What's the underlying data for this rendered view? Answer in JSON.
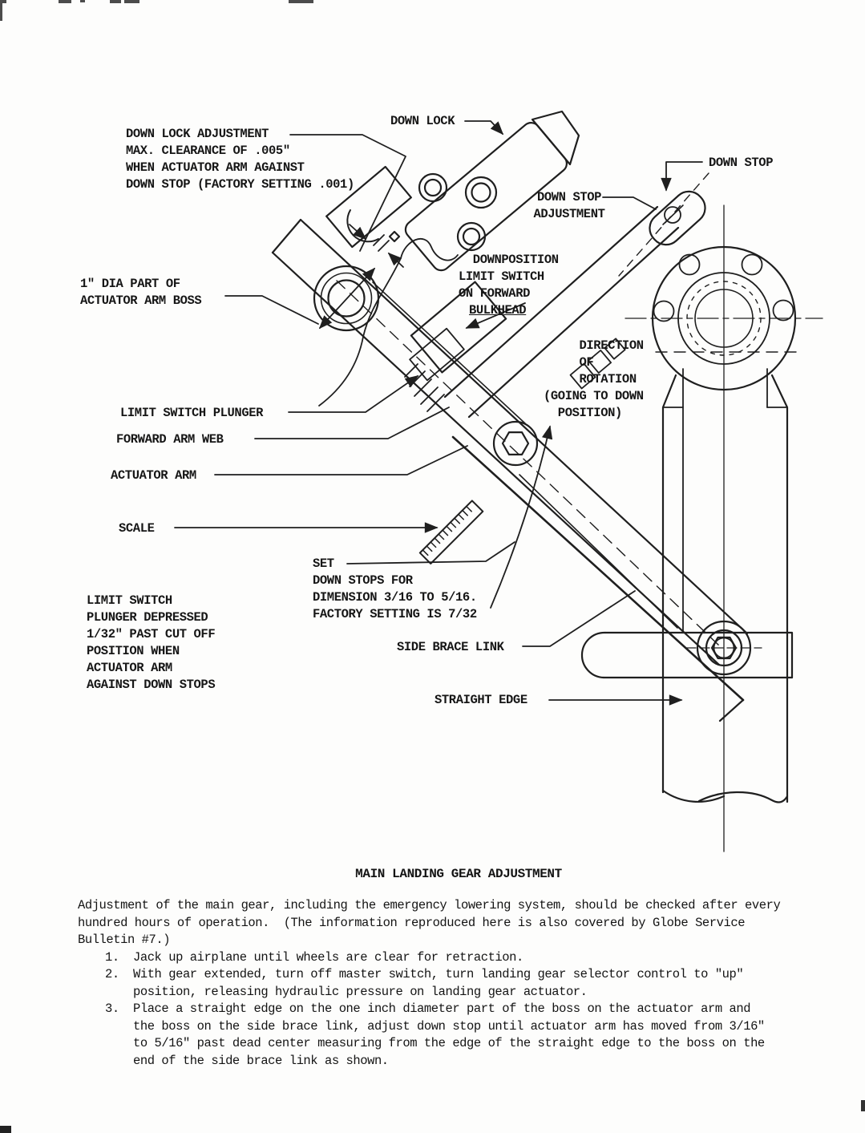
{
  "colors": {
    "ink": "#1f1f1f",
    "paper": "#fdfdfc"
  },
  "figure": {
    "labels": {
      "down_lock_adjustment": "DOWN LOCK ADJUSTMENT\nMAX. CLEARANCE OF .005\"\nWHEN ACTUATOR ARM AGAINST\nDOWN STOP (FACTORY SETTING .001)",
      "down_lock": "DOWN LOCK",
      "down_stop": "DOWN STOP",
      "down_stop_adjustment": "DOWN STOP\nADJUSTMENT",
      "down_position_limit_switch": "  DOWNPOSITION\nLIMIT SWITCH\nON FORWARD",
      "bulkhead": "BULKHEAD",
      "dia_part": "1\" DIA PART OF\nACTUATOR ARM BOSS",
      "direction_of_rotation": "     DIRECTION\n     OF\n     ROTATION\n(GOING TO DOWN\n  POSITION)",
      "limit_switch_plunger": "LIMIT SWITCH PLUNGER",
      "forward_arm_web": "FORWARD ARM WEB",
      "actuator_arm": "ACTUATOR ARM",
      "scale": "SCALE",
      "set_down_stops": "SET\nDOWN STOPS FOR\nDIMENSION 3/16 TO 5/16.\nFACTORY SETTING IS 7/32",
      "plunger_depressed": "LIMIT SWITCH\nPLUNGER DEPRESSED\n1/32\" PAST CUT OFF\nPOSITION WHEN\nACTUATOR ARM\nAGAINST DOWN STOPS",
      "side_brace_link": "SIDE BRACE LINK",
      "straight_edge": "STRAIGHT EDGE"
    }
  },
  "document": {
    "title": "MAIN LANDING GEAR ADJUSTMENT",
    "intro": "Adjustment of the main gear, including the emergency lowering system, should be checked after every\nhundred hours of operation.  (The information reproduced here is also covered by Globe Service\nBulletin #7.)",
    "steps": [
      {
        "num": "1.",
        "text": "Jack up airplane until wheels are clear for retraction."
      },
      {
        "num": "2.",
        "text": "With gear extended, turn off master switch, turn landing gear selector control to \"up\"\nposition, releasing hydraulic pressure on landing gear actuator."
      },
      {
        "num": "3.",
        "text": "Place a straight edge on the one inch diameter part of the boss on the actuator arm and\nthe boss on the side brace link, adjust down stop until actuator arm has moved from 3/16\"\nto 5/16\" past dead center measuring from the edge of the straight edge to the boss on the\nend of the side brace link as shown."
      }
    ]
  }
}
